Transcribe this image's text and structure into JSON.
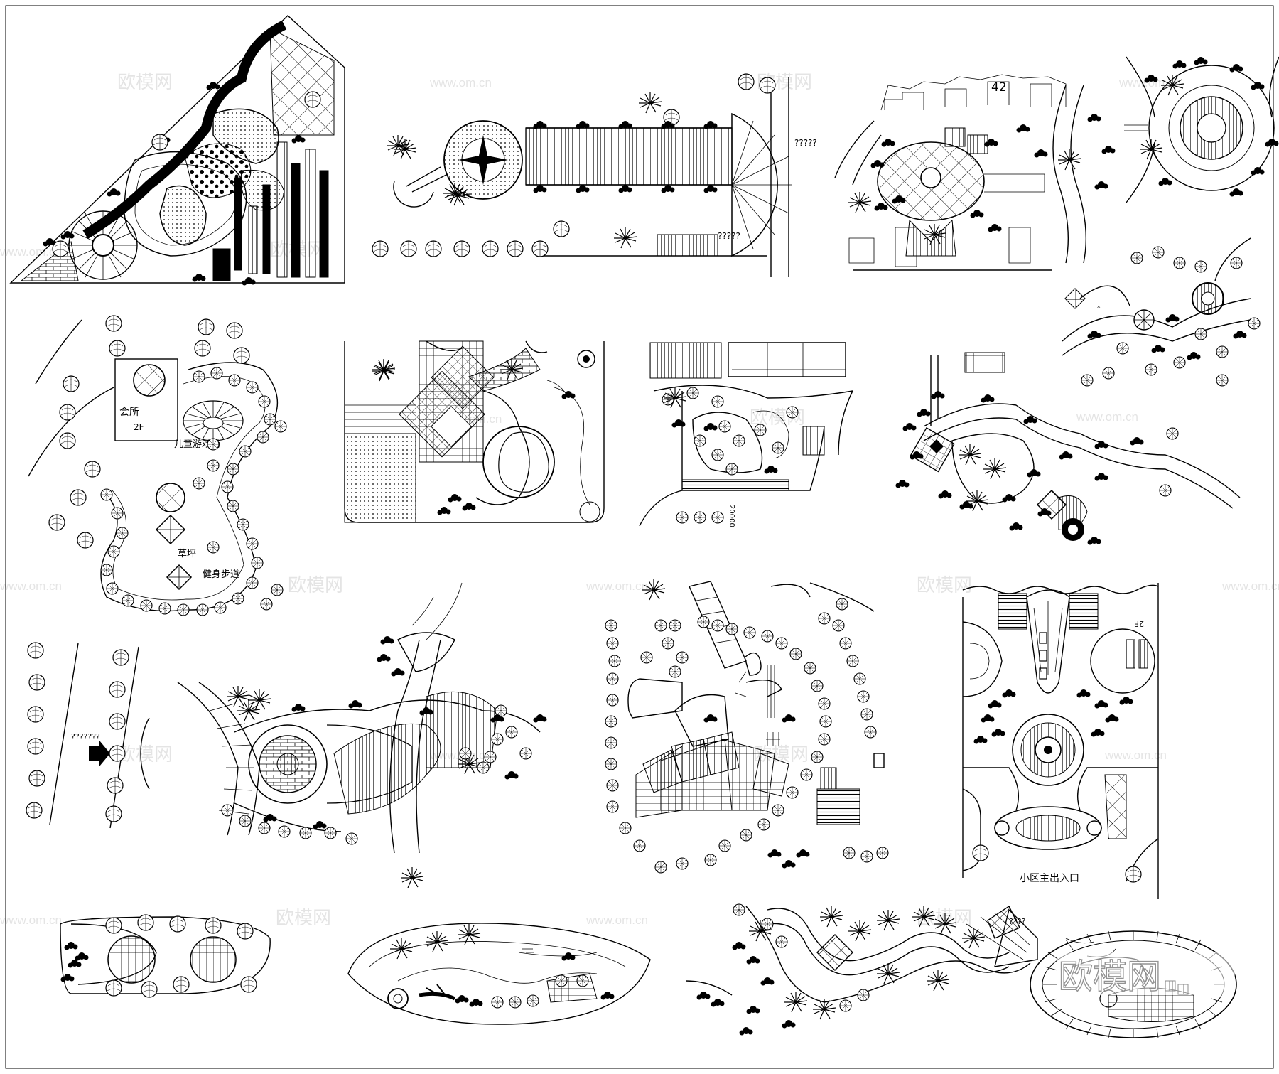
{
  "canvas": {
    "background": "#ffffff",
    "ink": "#000000",
    "watermark_color": "#cfcfcf"
  },
  "watermarks": {
    "brand": "欧模网",
    "url": "www.om.cn",
    "url_short": "om.cn",
    "corner_logo": "欧模网"
  },
  "plans": [
    {
      "id": "triangle-garden"
    },
    {
      "id": "axial-promenade",
      "marks": [
        "?????",
        "?????"
      ]
    },
    {
      "id": "building-courtyard",
      "marks": [
        "42"
      ]
    },
    {
      "id": "roundabout-plaza"
    },
    {
      "id": "clubhouse-park",
      "labels": [
        "会所",
        "2F",
        "儿童游戏场",
        "草坪",
        "健身步道"
      ]
    },
    {
      "id": "corner-pool-garden"
    },
    {
      "id": "terrace-garden",
      "marks": [
        "20000"
      ]
    },
    {
      "id": "parkway-loop"
    },
    {
      "id": "riverside-park",
      "marks": [
        "???????"
      ]
    },
    {
      "id": "campus-planting"
    },
    {
      "id": "waterfront-island"
    },
    {
      "id": "entrance-axis",
      "labels": [
        "2F",
        "小区主出入口"
      ]
    },
    {
      "id": "linear-park"
    },
    {
      "id": "winding-creek",
      "marks": [
        "????"
      ]
    },
    {
      "id": "oval-courtyard"
    }
  ],
  "icons": {
    "tree": "tree-canopy-icon",
    "palm": "palm-tree-icon",
    "shrub": "shrub-icon",
    "arrow": "entrance-arrow-icon"
  }
}
